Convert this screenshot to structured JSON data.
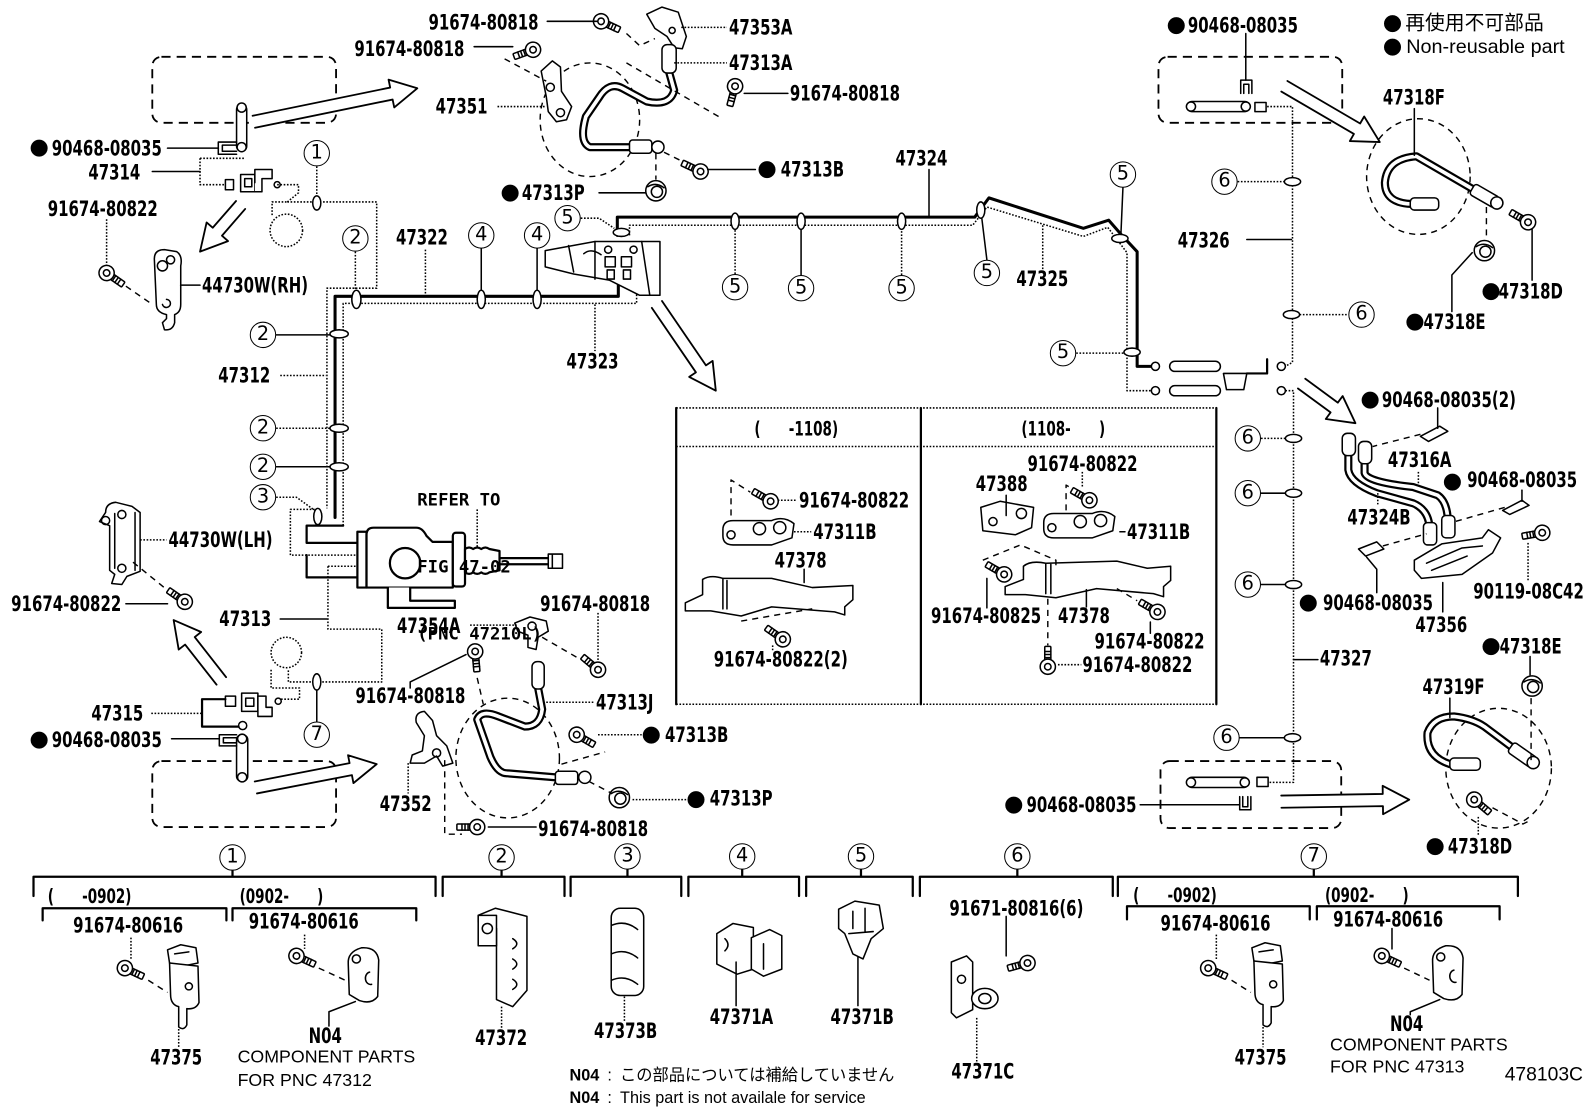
{
  "figure": {
    "code": "478103C"
  },
  "legend": {
    "marker": "●",
    "label_jp": "再使用不可部品",
    "label_en": "Non-reusable part"
  },
  "reference_note": {
    "lines": [
      "REFER TO",
      "FIG 47-02",
      "(PNC 47210L)"
    ]
  },
  "callouts": [
    {
      "part_no": "91674-80818",
      "non_reusable": false
    },
    {
      "part_no": "91674-80818",
      "non_reusable": false
    },
    {
      "part_no": "47353A",
      "non_reusable": false
    },
    {
      "part_no": "47313A",
      "non_reusable": false
    },
    {
      "part_no": "91674-80818",
      "non_reusable": false
    },
    {
      "part_no": "47351",
      "non_reusable": false
    },
    {
      "part_no": "47313B",
      "non_reusable": true
    },
    {
      "part_no": "47313P",
      "non_reusable": true
    },
    {
      "part_no": "90468-08035",
      "non_reusable": true
    },
    {
      "part_no": "47314",
      "non_reusable": false
    },
    {
      "part_no": "91674-80822",
      "non_reusable": false
    },
    {
      "part_no": "44730W(RH)",
      "non_reusable": false
    },
    {
      "part_no": "47322",
      "non_reusable": false
    },
    {
      "part_no": "47324",
      "non_reusable": false
    },
    {
      "part_no": "47325",
      "non_reusable": false
    },
    {
      "part_no": "47323",
      "non_reusable": false
    },
    {
      "part_no": "47312",
      "non_reusable": false
    },
    {
      "part_no": "44730W(LH)",
      "non_reusable": false
    },
    {
      "part_no": "91674-80822",
      "non_reusable": false
    },
    {
      "part_no": "47313",
      "non_reusable": false
    },
    {
      "part_no": "47354A",
      "non_reusable": false
    },
    {
      "part_no": "91674-80818",
      "non_reusable": false
    },
    {
      "part_no": "47315",
      "non_reusable": false
    },
    {
      "part_no": "90468-08035",
      "non_reusable": true
    },
    {
      "part_no": "91674-80818",
      "non_reusable": false
    },
    {
      "part_no": "47313J",
      "non_reusable": false
    },
    {
      "part_no": "47313B",
      "non_reusable": true
    },
    {
      "part_no": "47313P",
      "non_reusable": true
    },
    {
      "part_no": "47352",
      "non_reusable": false
    },
    {
      "part_no": "91674-80818",
      "non_reusable": false
    },
    {
      "part_no": "90468-08035",
      "non_reusable": true
    },
    {
      "part_no": "47318F",
      "non_reusable": false
    },
    {
      "part_no": "47326",
      "non_reusable": false
    },
    {
      "part_no": "47318D",
      "non_reusable": true
    },
    {
      "part_no": "47318E",
      "non_reusable": true
    },
    {
      "part_no": "90468-08035(2)",
      "non_reusable": true
    },
    {
      "part_no": "47316A",
      "non_reusable": false
    },
    {
      "part_no": "90468-08035",
      "non_reusable": true
    },
    {
      "part_no": "47324B",
      "non_reusable": false
    },
    {
      "part_no": "90468-08035",
      "non_reusable": true
    },
    {
      "part_no": "90119-08C42",
      "non_reusable": false
    },
    {
      "part_no": "47356",
      "non_reusable": false
    },
    {
      "part_no": "47318E",
      "non_reusable": true
    },
    {
      "part_no": "47327",
      "non_reusable": false
    },
    {
      "part_no": "47319F",
      "non_reusable": false
    },
    {
      "part_no": "90468-08035",
      "non_reusable": true
    },
    {
      "part_no": "47318D",
      "non_reusable": true
    }
  ],
  "clip_markers": [
    "1",
    "2",
    "2",
    "2",
    "2",
    "3",
    "4",
    "4",
    "5",
    "5",
    "5",
    "5",
    "5",
    "5",
    "5",
    "6",
    "6",
    "6",
    "6",
    "6",
    "6",
    "7"
  ],
  "detail_box": {
    "panels": [
      {
        "range": "(      -1108)",
        "callouts": [
          "91674-80822",
          "47311B",
          "47378",
          "91674-80822(2)"
        ]
      },
      {
        "range": "(1108-      )",
        "callouts": [
          "91674-80822",
          "47388",
          "47311B",
          "91674-80825",
          "47378",
          "91674-80822",
          "91674-80822"
        ]
      }
    ]
  },
  "clip_key": [
    {
      "index": "1",
      "variants": [
        {
          "range": "(      -0902)",
          "bolt": "91674-80616",
          "part": "47375"
        },
        {
          "range": "(0902-      )",
          "bolt": "91674-80616",
          "part": "N04",
          "note": [
            "COMPONENT PARTS",
            "FOR PNC 47312"
          ]
        }
      ]
    },
    {
      "index": "2",
      "part": "47372"
    },
    {
      "index": "3",
      "part": "47373B"
    },
    {
      "index": "4",
      "part": "47371A"
    },
    {
      "index": "5",
      "part": "47371B"
    },
    {
      "index": "6",
      "bolt": "91671-80816(6)",
      "part": "47371C"
    },
    {
      "index": "7",
      "variants": [
        {
          "range": "(      -0902)",
          "bolt": "91674-80616",
          "part": "47375"
        },
        {
          "range": "(0902-      )",
          "bolt": "91674-80616",
          "part": "N04",
          "note": [
            "COMPONENT PARTS",
            "FOR PNC 47313"
          ]
        }
      ]
    }
  ],
  "footnotes": [
    {
      "code": "N04",
      "separator": ":",
      "text": "この部品については補給していません"
    },
    {
      "code": "N04",
      "separator": ":",
      "text": "This part is not availale for service"
    }
  ]
}
